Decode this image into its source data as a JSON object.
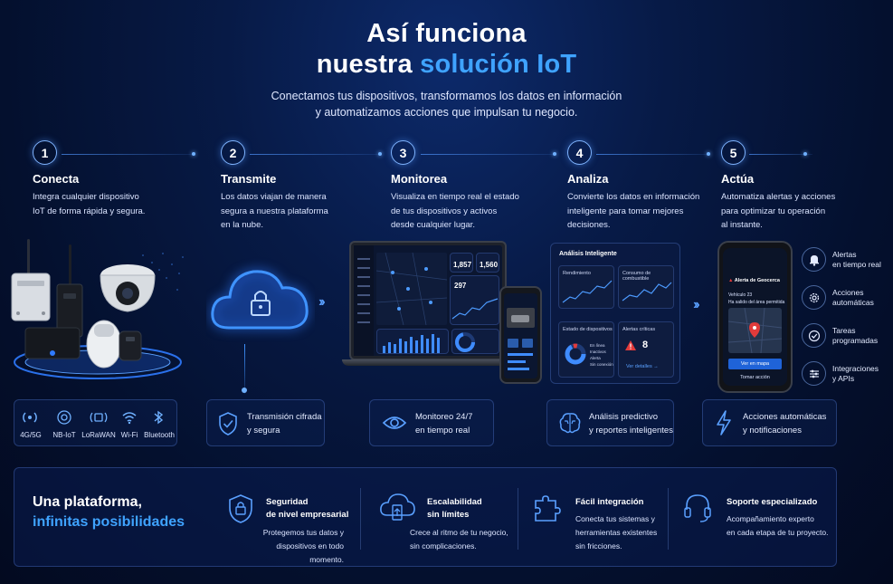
{
  "header": {
    "title_line1": "Así funciona",
    "title_line2_plain": "nuestra ",
    "title_line2_accent": "solución IoT",
    "subtitle_line1": "Conectamos tus dispositivos, transformamos los datos en información",
    "subtitle_line2": "y automatizamos acciones que impulsan tu negocio."
  },
  "steps": [
    {
      "num": "1",
      "title": "Conecta",
      "desc": [
        "Integra cualquier dispositivo",
        "IoT de forma rápida y segura."
      ]
    },
    {
      "num": "2",
      "title": "Transmite",
      "desc": [
        "Los datos viajan de manera",
        "segura a nuestra plataforma",
        "en la nube."
      ]
    },
    {
      "num": "3",
      "title": "Monitorea",
      "desc": [
        "Visualiza en tiempo real el estado",
        "de tus dispositivos y activos",
        "desde cualquier lugar."
      ]
    },
    {
      "num": "4",
      "title": "Analiza",
      "desc": [
        "Convierte los datos en información",
        "inteligente para tomar mejores",
        "decisiones."
      ]
    },
    {
      "num": "5",
      "title": "Actúa",
      "desc": [
        "Automatiza alertas y acciones",
        "para optimizar tu operación",
        "al instante."
      ]
    }
  ],
  "connectivity": [
    "4G/5G",
    "NB-IoT",
    "LoRaWAN",
    "Wi-Fi",
    "Bluetooth"
  ],
  "features": [
    {
      "icon": "shield-check-icon",
      "line1": "Transmisión cifrada",
      "line2": "y segura"
    },
    {
      "icon": "eye-icon",
      "line1": "Monitoreo 24/7",
      "line2": "en tiempo real"
    },
    {
      "icon": "brain-icon",
      "line1": "Análisis predictivo",
      "line2": "y reportes inteligentes"
    },
    {
      "icon": "lightning-icon",
      "line1": "Acciones automáticas",
      "line2": "y notificaciones"
    }
  ],
  "dashboard": {
    "kpi1": "1,857",
    "kpi2": "1,560",
    "kpi3": "297"
  },
  "analysis_panel": {
    "title": "Análisis Inteligente",
    "perf": "Rendimiento",
    "fuel": "Consumo de combustible",
    "status": "Estado de dispositivos",
    "alerts": "Alertas críticas",
    "alerts_count": "8",
    "legend": [
      "En línea",
      "Inactivos",
      "Alerta",
      "Sin conexión"
    ],
    "details": "Ver detalles →"
  },
  "phone": {
    "alert_title": "Alerta de Geocerca",
    "vehicle": "Vehículo 23",
    "message": "Ha salido del área permitida",
    "map_button": "Ver en mapa",
    "action_button": "Tomar acción"
  },
  "side_actions": [
    {
      "icon": "bell-icon",
      "line1": "Alertas",
      "line2": "en tiempo real"
    },
    {
      "icon": "gear-icon",
      "line1": "Acciones",
      "line2": "automáticas"
    },
    {
      "icon": "check-circle-icon",
      "line1": "Tareas",
      "line2": "programadas"
    },
    {
      "icon": "sliders-icon",
      "line1": "Integraciones",
      "line2": "y APIs"
    }
  ],
  "bottom": {
    "headline1": "Una plataforma,",
    "headline2": "infinitas posibilidades",
    "benefits": [
      {
        "icon": "lock-shield-icon",
        "title1": "Seguridad",
        "title2": "de nivel empresarial",
        "desc1": "Protegemos tus datos y",
        "desc2": "dispositivos en todo momento."
      },
      {
        "icon": "cloud-scale-icon",
        "title1": "Escalabilidad",
        "title2": "sin límites",
        "desc1": "Crece al ritmo de tu negocio,",
        "desc2": "sin complicaciones."
      },
      {
        "icon": "puzzle-icon",
        "title1": "Fácil integración",
        "title2": "",
        "desc1": "Conecta tus sistemas y",
        "desc2": "herramientas existentes",
        "desc3": "sin fricciones."
      },
      {
        "icon": "headset-icon",
        "title1": "Soporte especializado",
        "title2": "",
        "desc1": "Acompañamiento experto",
        "desc2": "en cada etapa de tu proyecto."
      }
    ]
  },
  "colors": {
    "accent": "#3fa3ff",
    "background": "#04102e",
    "alert": "#e23b3b"
  }
}
